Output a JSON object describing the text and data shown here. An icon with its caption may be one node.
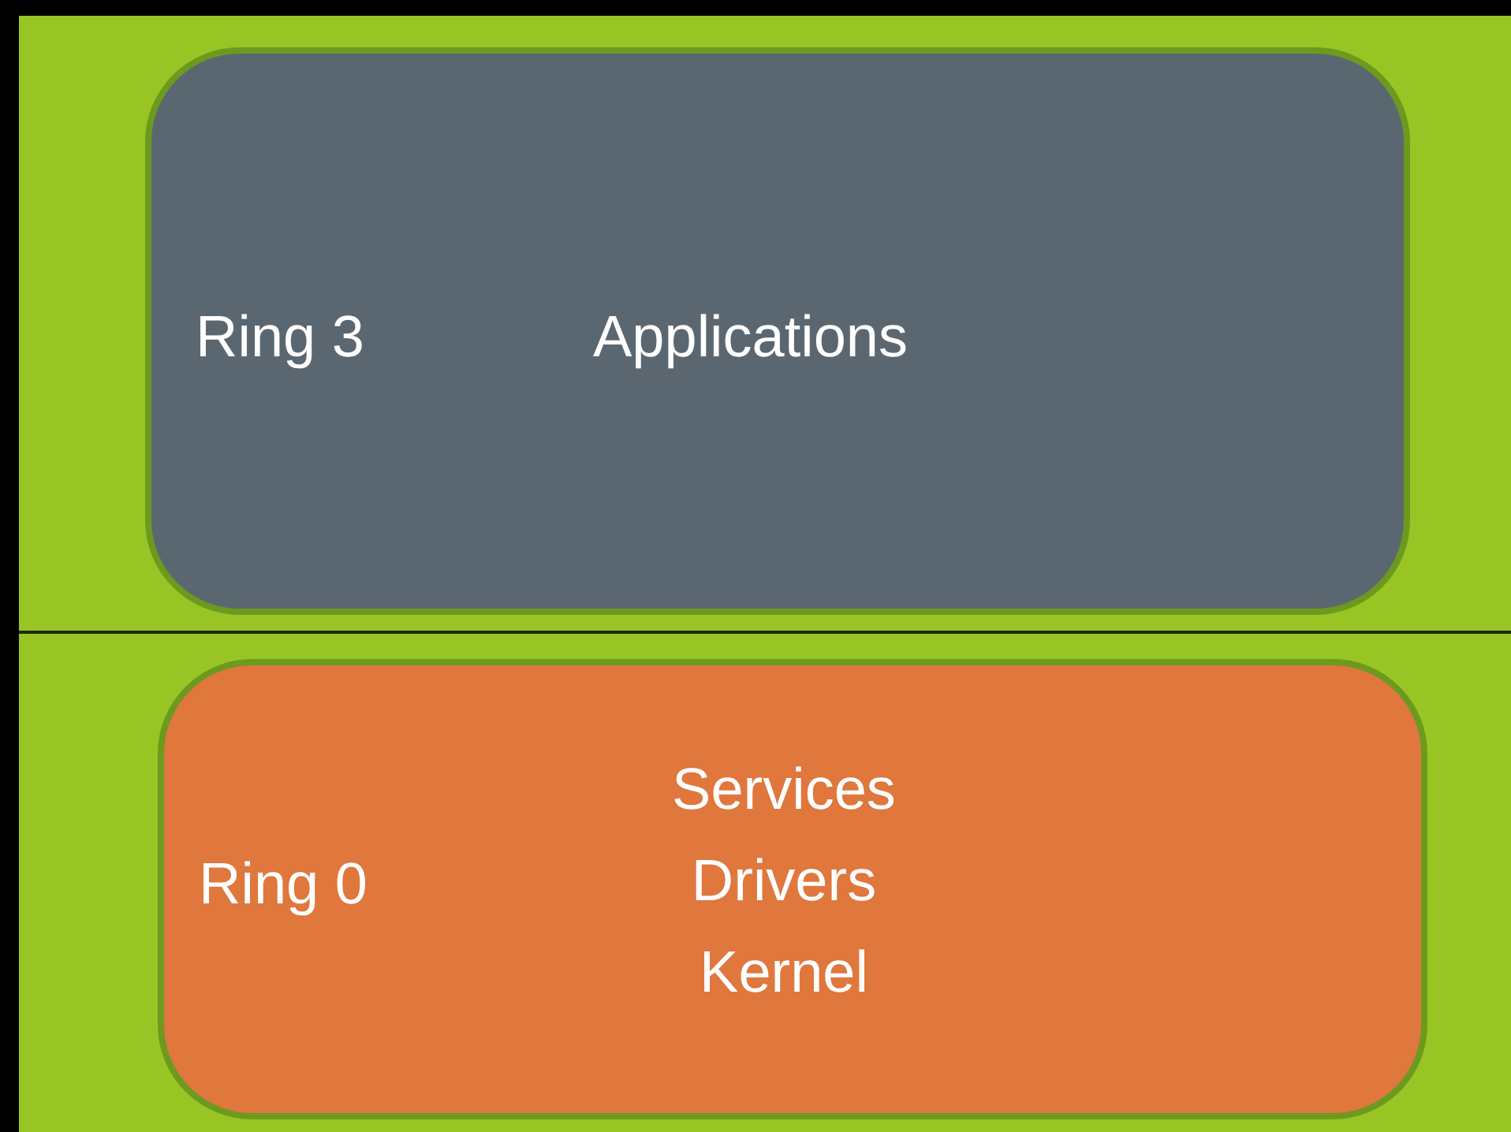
{
  "diagram": {
    "nodes": [
      {
        "text": [
          "Ring 3",
          "Applications"
        ]
      },
      {
        "text": [
          "Ring 0",
          "Services",
          "Drivers",
          "Kernel"
        ]
      }
    ]
  }
}
